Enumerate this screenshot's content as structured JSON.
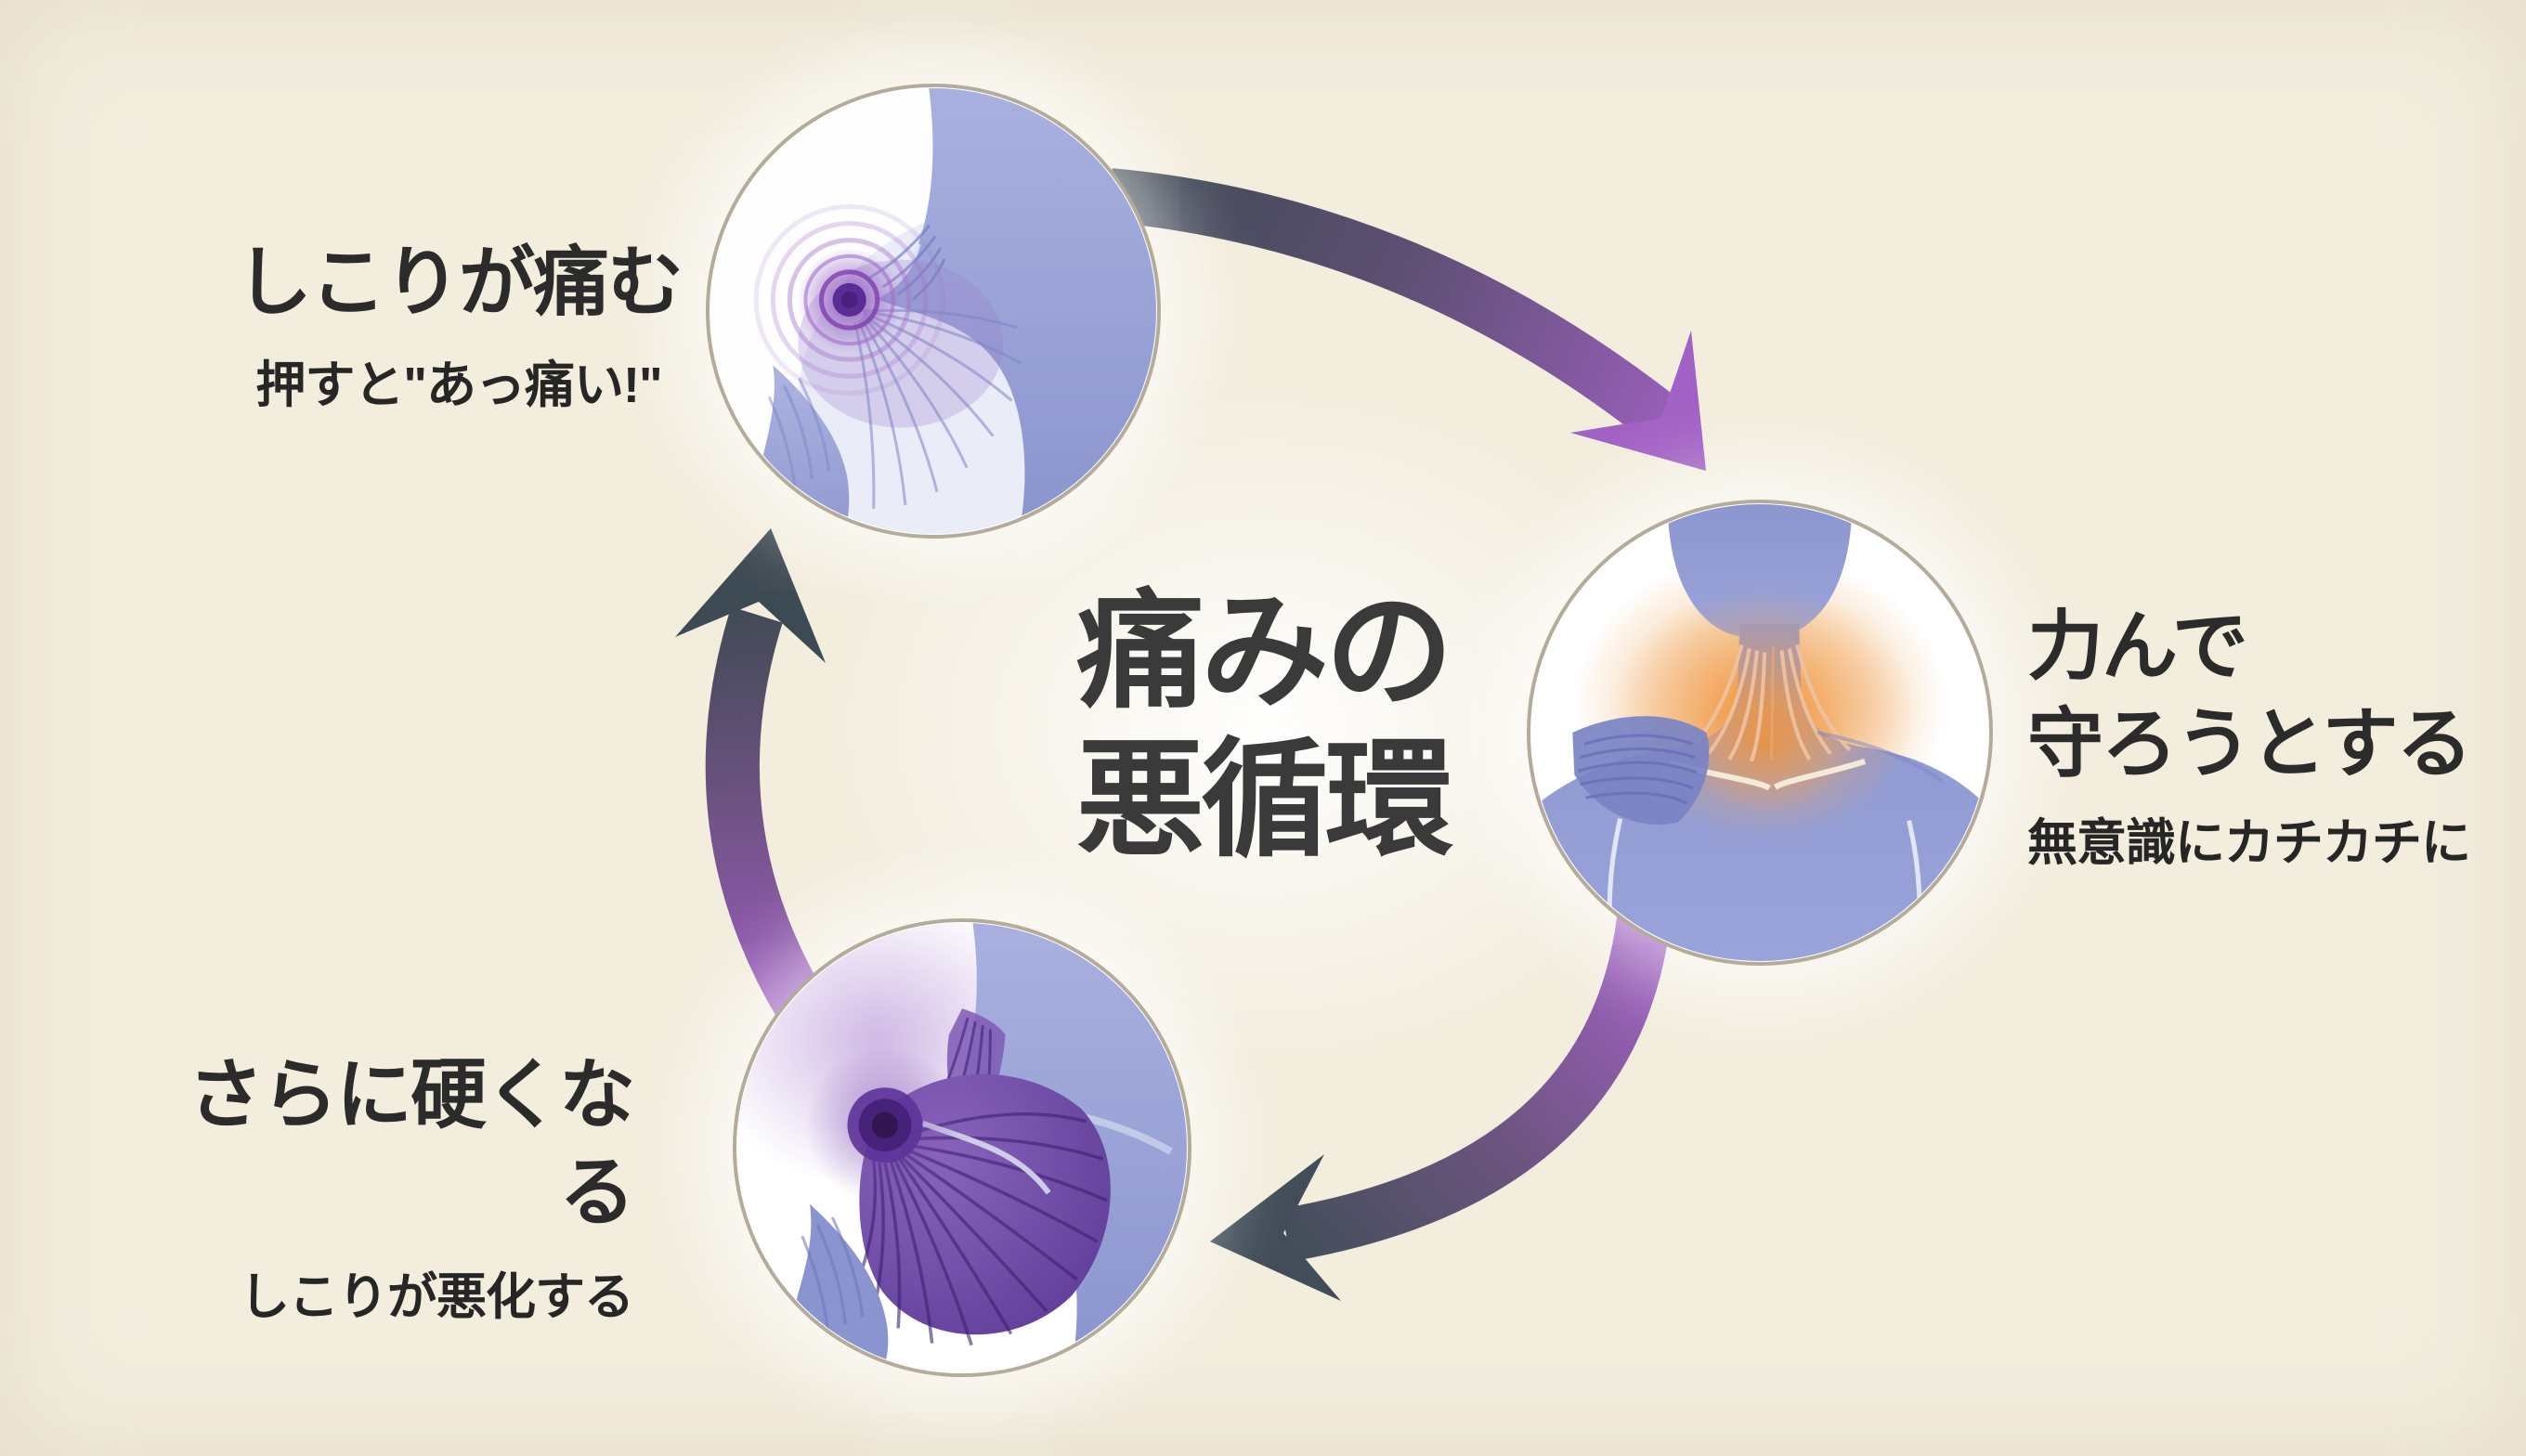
{
  "title": {
    "line1": "痛みの",
    "line2": "悪循環"
  },
  "steps": [
    {
      "id": "step-1",
      "label": "しこりが痛む",
      "sublabel": "押すと\"あっ痛い!\"",
      "illustration": "shoulder-knot-pain-ripple"
    },
    {
      "id": "step-2",
      "label_lines": [
        "力んで",
        "守ろうとする"
      ],
      "sublabel": "無意識にカチカチに",
      "illustration": "neck-shoulders-tension-orange-glow"
    },
    {
      "id": "step-3",
      "label": "さらに硬くなる",
      "sublabel": "しこりが悪化する",
      "illustration": "shoulder-muscle-hardened-dark-knot"
    }
  ],
  "arrows": [
    {
      "name": "arrow-step1-to-step2",
      "from": "step-1",
      "to": "step-2",
      "gradient": [
        "#3e4a53",
        "#a261c4"
      ]
    },
    {
      "name": "arrow-step2-to-step3",
      "from": "step-2",
      "to": "step-3",
      "gradient": [
        "#a261c4",
        "#424d59"
      ]
    },
    {
      "name": "arrow-step3-to-step1",
      "from": "step-3",
      "to": "step-1",
      "gradient": [
        "#9a5abc",
        "#3e4a53"
      ]
    }
  ],
  "colors": {
    "background": "#f3edde",
    "text_dark": "#2b2b2b",
    "title": "#3a3a3a",
    "slate": "#3e4a53",
    "purple": "#a261c4",
    "periwinkle": "#8c96ce",
    "orange_glow": "#f09a45",
    "deep_purple": "#5c2b94",
    "circle_ring": "#b5ab9a"
  }
}
